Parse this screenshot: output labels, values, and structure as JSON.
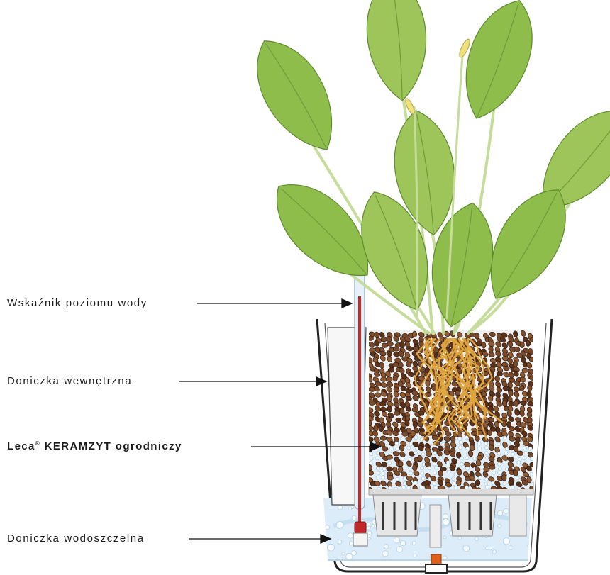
{
  "labels": {
    "water_indicator": "Wskaźnik poziomu wody",
    "inner_pot": "Doniczka wewnętrzna",
    "leca_prefix": "Leca",
    "leca_reg": "®",
    "leca_suffix": "KERAMZYT ogrodniczy",
    "watertight_pot": "Doniczka wodoszczelna"
  },
  "colors": {
    "leaf": "#9dc55a",
    "leaf_dark": "#7aa63d",
    "stem": "#c5dc9a",
    "clay_pebble": "#7a4a2a",
    "root": "#e0a43c",
    "water": "#d8ebf7",
    "indicator_red": "#c0282a",
    "cap_orange": "#e0601a"
  }
}
